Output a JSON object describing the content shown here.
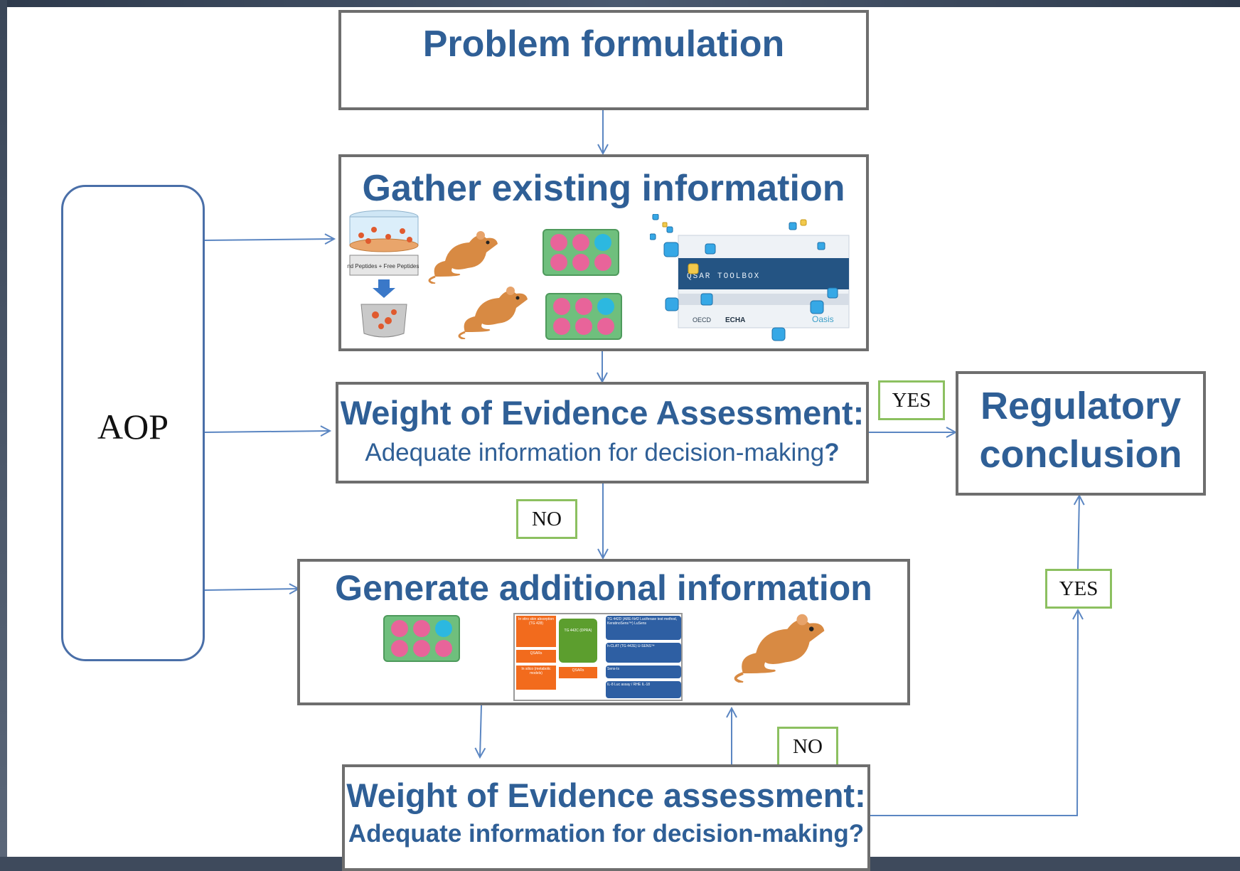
{
  "boxes": {
    "problem_formulation": {
      "title": "Problem formulation"
    },
    "gather": {
      "title": "Gather existing information",
      "images": {
        "peptide_label": "Bound Peptides + Free Peptides + IS",
        "qsar_banner": "QSAR TOOLBOX",
        "qsar_logos": [
          "OECD",
          "ECHA",
          "Oasis"
        ]
      }
    },
    "woe1": {
      "title": "Weight of Evidence Assessment:",
      "subtitle_text": "Adequate information for decision-making",
      "subtitle_mark": "?"
    },
    "regulatory": {
      "line1": "Regulatory",
      "line2": "conclusion"
    },
    "generate": {
      "title": "Generate additional information",
      "testing_strategy": {
        "left": [
          "In vitro skin absorption (TG 428)",
          "QSARs",
          "In silico (metabolic models)"
        ],
        "middle": [
          "TG 442C (DPRA)",
          "QSARs"
        ],
        "right": [
          "TG 442D (ARE-Nrf2 Luciferase test method, KeratinoSens™) LuSens",
          "h-CLAT (TG 442E) U-SENS™",
          "Sens-Is",
          "IL-8 Luc assay / RHE IL-18"
        ]
      }
    },
    "woe2": {
      "title": "Weight of Evidence assessment:",
      "subtitle": "Adequate information for decision-making?"
    }
  },
  "aop": {
    "label": "AOP"
  },
  "tags": {
    "yes1": "YES",
    "no1": "NO",
    "yes2": "YES",
    "no2": "NO"
  },
  "colors": {
    "title_blue": "#2f5f96",
    "arrow_blue": "#5b86c2",
    "box_border": "#6e6e6e",
    "tag_border": "#8cc060",
    "mouse_orange": "#d88a43",
    "well_green": "#6fbf7d",
    "well_pink": "#e8649a",
    "well_cyan": "#2cb8e0",
    "strategy_orange": "#f26b1d",
    "strategy_green": "#5c9e2e",
    "strategy_blue": "#2e5fa3"
  },
  "icons": [
    "rat-icon",
    "well-plate-icon",
    "peptide-tube-icon",
    "qsar-toolbox-icon",
    "testing-strategy-icon"
  ]
}
